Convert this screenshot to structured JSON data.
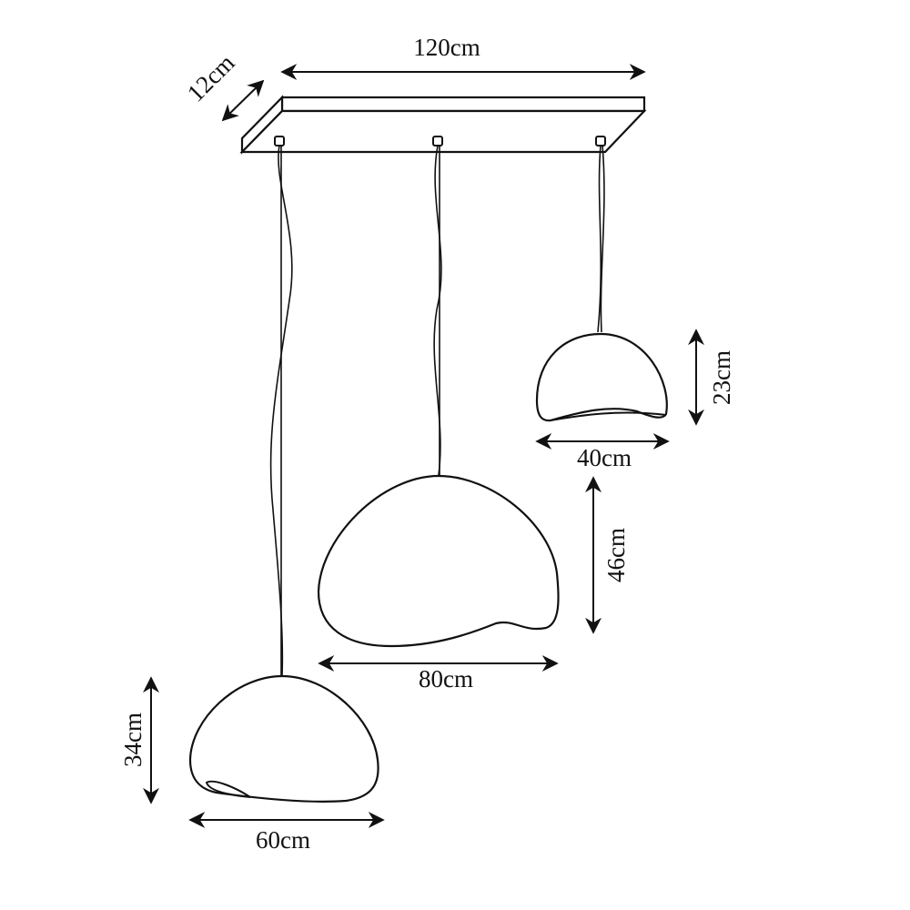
{
  "diagram": {
    "type": "dimension-drawing",
    "subject": "three-pendant ceiling lamp with rectangular canopy",
    "canopy": {
      "length_label": "120cm",
      "depth_label": "12cm"
    },
    "pendants": [
      {
        "id": "small",
        "width_label": "40cm",
        "height_label": "23cm"
      },
      {
        "id": "medium",
        "width_label": "80cm",
        "height_label": "46cm"
      },
      {
        "id": "large",
        "width_label": "60cm",
        "height_label": "34cm"
      }
    ]
  }
}
